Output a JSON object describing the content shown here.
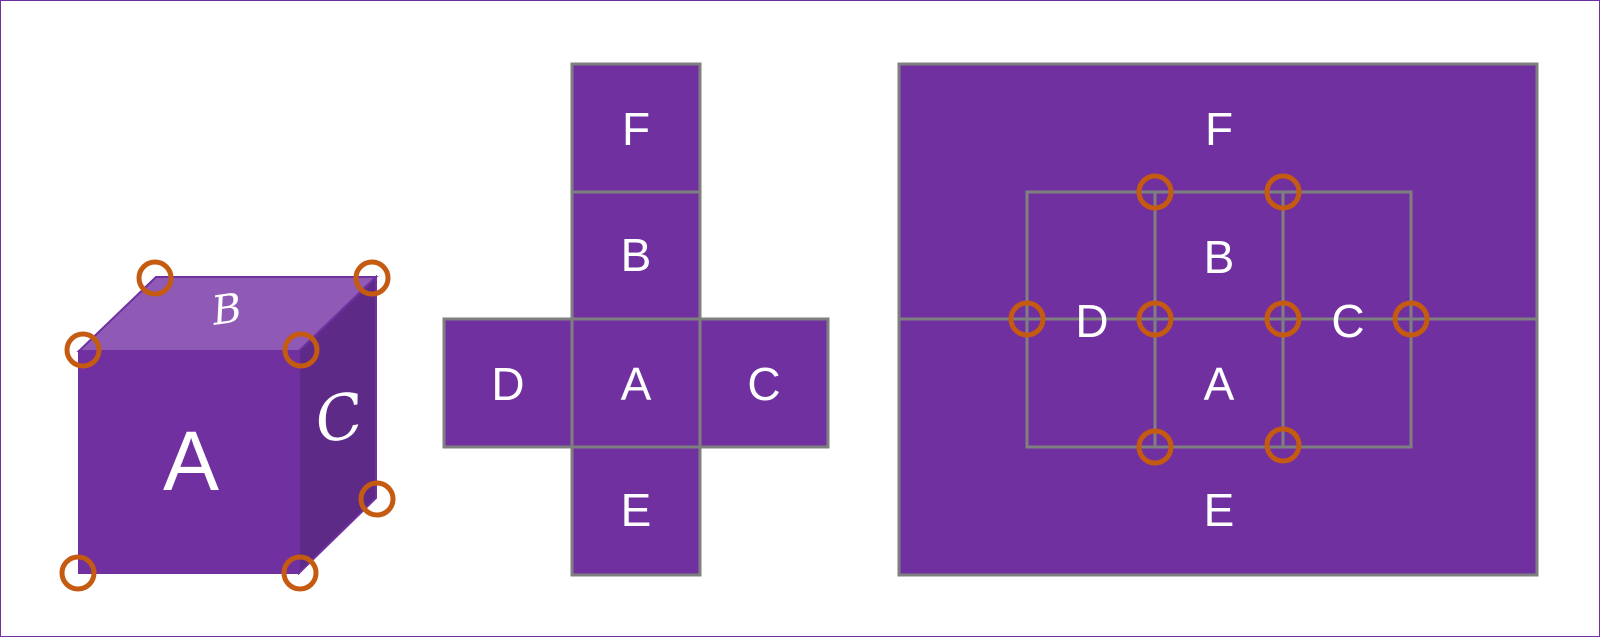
{
  "colors": {
    "face": "#7030a0",
    "face_top": "#8e5ab6",
    "face_side": "#5e2a88",
    "edge": "#7f7f7f",
    "vertex_marker": "#c55a11",
    "frame_border": "#7030a0"
  },
  "cube": {
    "front_label": "A",
    "top_label": "B",
    "right_label": "C"
  },
  "net": {
    "top_label": "F",
    "upper_label": "B",
    "left_label": "D",
    "center_label": "A",
    "right_label": "C",
    "bottom_label": "E"
  },
  "map": {
    "outer_top_label": "F",
    "outer_bottom_label": "E",
    "inner_top_label": "B",
    "inner_left_label": "D",
    "inner_center_label": "A",
    "inner_right_label": "C"
  }
}
